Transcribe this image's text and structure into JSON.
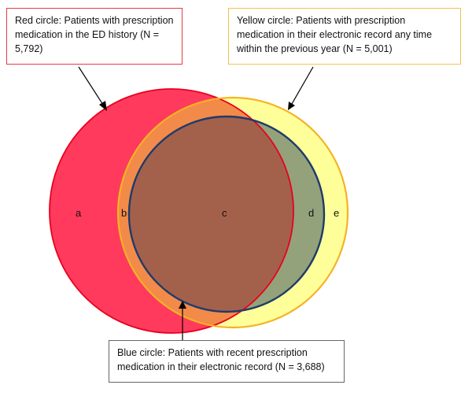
{
  "diagram": {
    "callouts": {
      "red": "Red circle: Patients with prescription medication in the ED history (N = 5,792)",
      "yellow": "Yellow circle: Patients with prescription medication in their electronic record any time within the previous year (N = 5,001)",
      "blue": "Blue circle: Patients with recent prescription medication in their electronic record (N = 3,688)"
    },
    "regions": {
      "a": "a",
      "b": "b",
      "c": "c",
      "d": "d",
      "e": "e"
    },
    "colors": {
      "red_fill": "#ff3a5c",
      "red_edge": "#e8001f",
      "yellow_fill": "#ffff9a",
      "yellow_edge": "#f5b324",
      "overlap_ry": "#f28a4a",
      "overlap_core": "#a3614c",
      "overlap_by": "#93a27a",
      "blue_edge": "#1f3b6a"
    }
  }
}
